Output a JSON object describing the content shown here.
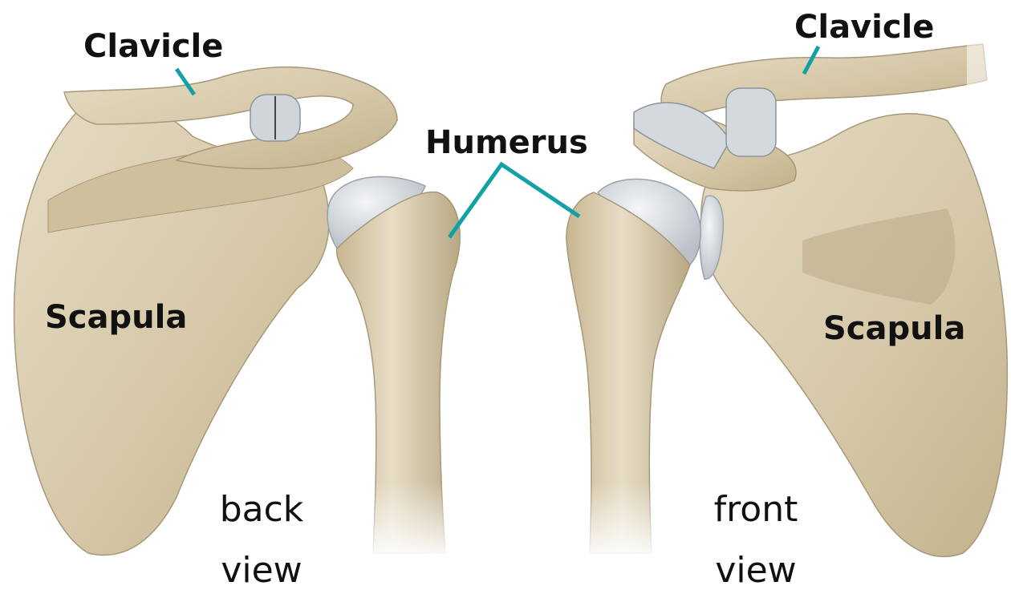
{
  "labels": {
    "clavicle_left": "Clavicle",
    "clavicle_right": "Clavicle",
    "humerus": "Humerus",
    "scapula_left": "Scapula",
    "scapula_right": "Scapula"
  },
  "views": {
    "back_line1": "back",
    "back_line2": "view",
    "front_line1": "front",
    "front_line2": "view"
  },
  "colors": {
    "bone": "#d9ccb0",
    "bone_shadow": "#b9a983",
    "cartilage": "#d8dde2",
    "leader": "#12a2a5",
    "background": "#ffffff"
  }
}
